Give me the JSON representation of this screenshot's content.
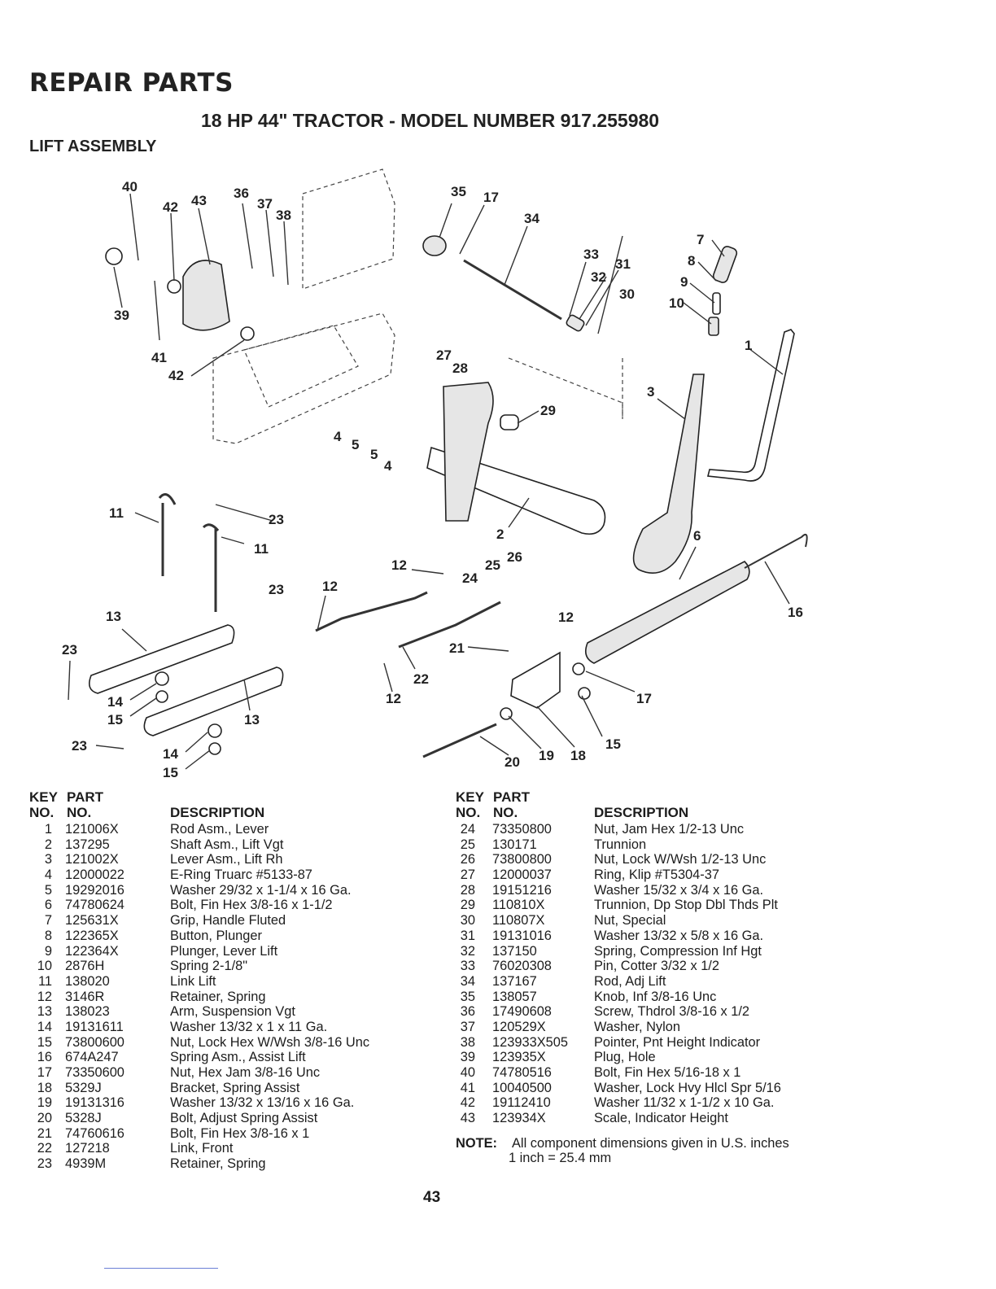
{
  "header": {
    "title": "REPAIR PARTS",
    "subtitle": "18 HP 44\" TRACTOR - MODEL NUMBER 917.255980",
    "section": "LIFT ASSEMBLY"
  },
  "diagram": {
    "callouts": [
      "40",
      "42",
      "43",
      "36",
      "37",
      "38",
      "35",
      "17",
      "34",
      "7",
      "33",
      "31",
      "8",
      "32",
      "30",
      "9",
      "10",
      "39",
      "41",
      "42",
      "27",
      "28",
      "1",
      "3",
      "29",
      "4",
      "5",
      "5",
      "4",
      "11",
      "23",
      "11",
      "2",
      "6",
      "12",
      "25",
      "26",
      "23",
      "12",
      "24",
      "13",
      "12",
      "16",
      "23",
      "21",
      "22",
      "17",
      "14",
      "15",
      "13",
      "12",
      "23",
      "14",
      "15",
      "15",
      "20",
      "19",
      "18"
    ]
  },
  "table": {
    "headers": {
      "key": "KEY",
      "no": "NO.",
      "part": "PART",
      "part_no": "NO.",
      "description": "DESCRIPTION"
    },
    "left_rows": [
      {
        "key": "1",
        "part": "121006X",
        "desc": "Rod Asm., Lever"
      },
      {
        "key": "2",
        "part": "137295",
        "desc": "Shaft Asm., Lift Vgt"
      },
      {
        "key": "3",
        "part": "121002X",
        "desc": "Lever Asm., Lift Rh"
      },
      {
        "key": "4",
        "part": "12000022",
        "desc": "E-Ring Truarc #5133-87"
      },
      {
        "key": "5",
        "part": "19292016",
        "desc": "Washer 29/32 x 1-1/4 x 16 Ga."
      },
      {
        "key": "6",
        "part": "74780624",
        "desc": "Bolt, Fin Hex 3/8-16 x 1-1/2"
      },
      {
        "key": "7",
        "part": "125631X",
        "desc": "Grip, Handle Fluted"
      },
      {
        "key": "8",
        "part": "122365X",
        "desc": "Button, Plunger"
      },
      {
        "key": "9",
        "part": "122364X",
        "desc": "Plunger, Lever Lift"
      },
      {
        "key": "10",
        "part": "2876H",
        "desc": "Spring 2-1/8\""
      },
      {
        "key": "11",
        "part": "138020",
        "desc": "Link Lift"
      },
      {
        "key": "12",
        "part": "3146R",
        "desc": "Retainer, Spring"
      },
      {
        "key": "13",
        "part": "138023",
        "desc": "Arm, Suspension Vgt"
      },
      {
        "key": "14",
        "part": "19131611",
        "desc": "Washer 13/32 x 1 x 11 Ga."
      },
      {
        "key": "15",
        "part": "73800600",
        "desc": "Nut, Lock Hex W/Wsh 3/8-16 Unc"
      },
      {
        "key": "16",
        "part": "674A247",
        "desc": "Spring Asm., Assist Lift"
      },
      {
        "key": "17",
        "part": "73350600",
        "desc": "Nut, Hex Jam 3/8-16 Unc"
      },
      {
        "key": "18",
        "part": "5329J",
        "desc": "Bracket, Spring Assist"
      },
      {
        "key": "19",
        "part": "19131316",
        "desc": "Washer 13/32 x 13/16 x 16 Ga."
      },
      {
        "key": "20",
        "part": "5328J",
        "desc": "Bolt, Adjust Spring Assist"
      },
      {
        "key": "21",
        "part": "74760616",
        "desc": "Bolt, Fin Hex 3/8-16 x 1"
      },
      {
        "key": "22",
        "part": "127218",
        "desc": "Link, Front"
      },
      {
        "key": "23",
        "part": "4939M",
        "desc": "Retainer, Spring"
      }
    ],
    "right_rows": [
      {
        "key": "24",
        "part": "73350800",
        "desc": "Nut, Jam Hex 1/2-13 Unc"
      },
      {
        "key": "25",
        "part": "130171",
        "desc": "Trunnion"
      },
      {
        "key": "26",
        "part": "73800800",
        "desc": "Nut, Lock W/Wsh 1/2-13 Unc"
      },
      {
        "key": "27",
        "part": "12000037",
        "desc": "Ring, Klip #T5304-37"
      },
      {
        "key": "28",
        "part": "19151216",
        "desc": "Washer 15/32 x 3/4 x 16 Ga."
      },
      {
        "key": "29",
        "part": "110810X",
        "desc": "Trunnion, Dp Stop Dbl Thds Plt"
      },
      {
        "key": "30",
        "part": "110807X",
        "desc": "Nut, Special"
      },
      {
        "key": "31",
        "part": "19131016",
        "desc": "Washer 13/32 x 5/8 x 16 Ga."
      },
      {
        "key": "32",
        "part": "137150",
        "desc": "Spring, Compression Inf Hgt"
      },
      {
        "key": "33",
        "part": "76020308",
        "desc": "Pin, Cotter 3/32 x 1/2"
      },
      {
        "key": "34",
        "part": "137167",
        "desc": "Rod, Adj Lift"
      },
      {
        "key": "35",
        "part": "138057",
        "desc": "Knob, Inf 3/8-16 Unc"
      },
      {
        "key": "36",
        "part": "17490608",
        "desc": "Screw, Thdrol 3/8-16 x 1/2"
      },
      {
        "key": "37",
        "part": "120529X",
        "desc": "Washer, Nylon"
      },
      {
        "key": "38",
        "part": "123933X505",
        "desc": "Pointer, Pnt Height Indicator"
      },
      {
        "key": "39",
        "part": "123935X",
        "desc": "Plug, Hole"
      },
      {
        "key": "40",
        "part": "74780516",
        "desc": "Bolt, Fin Hex 5/16-18 x 1"
      },
      {
        "key": "41",
        "part": "10040500",
        "desc": "Washer, Lock Hvy Hlcl Spr 5/16"
      },
      {
        "key": "42",
        "part": "19112410",
        "desc": "Washer 11/32 x 1-1/2 x 10 Ga."
      },
      {
        "key": "43",
        "part": "123934X",
        "desc": "Scale, Indicator Height"
      }
    ],
    "note": {
      "label": "NOTE:",
      "line1": "All component dimensions given in U.S. inches",
      "line2": "1 inch = 25.4 mm"
    }
  },
  "page_number": "43"
}
